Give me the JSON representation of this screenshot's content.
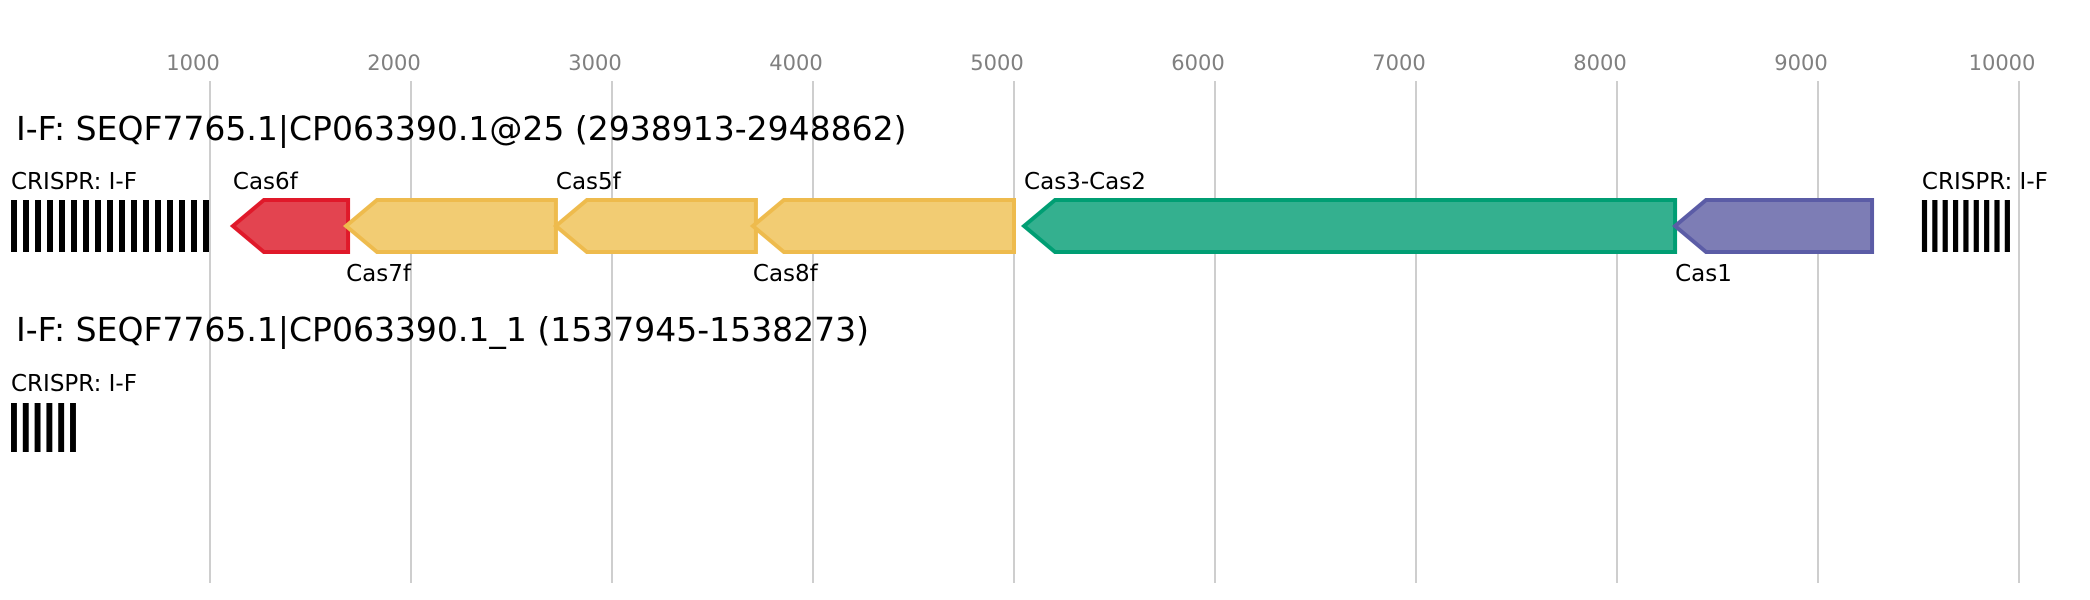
{
  "axis": {
    "ticks": [
      1000,
      2000,
      3000,
      4000,
      5000,
      6000,
      7000,
      8000,
      9000,
      10000
    ],
    "tick_labels": [
      "1000",
      "2000",
      "3000",
      "4000",
      "5000",
      "6000",
      "7000",
      "8000",
      "9000",
      "10000"
    ]
  },
  "loci": [
    {
      "title": "I-F: SEQF7765.1|CP063390.1@25 (2938913-2948862)",
      "crispr_arrays": [
        {
          "label": "CRISPR: I-F",
          "start": 10,
          "end": 995,
          "repeats": 17
        },
        {
          "label": "CRISPR: I-F",
          "start": 9517,
          "end": 9955,
          "repeats": 9
        }
      ],
      "genes": [
        {
          "name": "Cas6f",
          "start": 1114,
          "end": 1687,
          "strand": "-",
          "label_pos": "above",
          "fill": "#e34450",
          "stroke": "#e0192a"
        },
        {
          "name": "Cas7f",
          "start": 1677,
          "end": 2721,
          "strand": "-",
          "label_pos": "below",
          "fill": "#f2cc73",
          "stroke": "#eebb4d"
        },
        {
          "name": "Cas5f",
          "start": 2721,
          "end": 3716,
          "strand": "-",
          "label_pos": "above",
          "fill": "#f2cc73",
          "stroke": "#eebb4d"
        },
        {
          "name": "Cas8f",
          "start": 3701,
          "end": 5000,
          "strand": "-",
          "label_pos": "below",
          "fill": "#f2cc73",
          "stroke": "#eebb4d"
        },
        {
          "name": "Cas3-Cas2",
          "start": 5050,
          "end": 8289,
          "strand": "-",
          "label_pos": "above",
          "fill": "#34b08f",
          "stroke": "#009e73"
        },
        {
          "name": "Cas1",
          "start": 8289,
          "end": 9269,
          "strand": "-",
          "label_pos": "below",
          "fill": "#7d7db5",
          "stroke": "#5b5ca6"
        }
      ]
    },
    {
      "title": "I-F: SEQF7765.1|CP063390.1_1 (1537945-1538273)",
      "crispr_arrays": [
        {
          "label": "CRISPR: I-F",
          "start": 10,
          "end": 333,
          "repeats": 6
        }
      ],
      "genes": []
    }
  ]
}
